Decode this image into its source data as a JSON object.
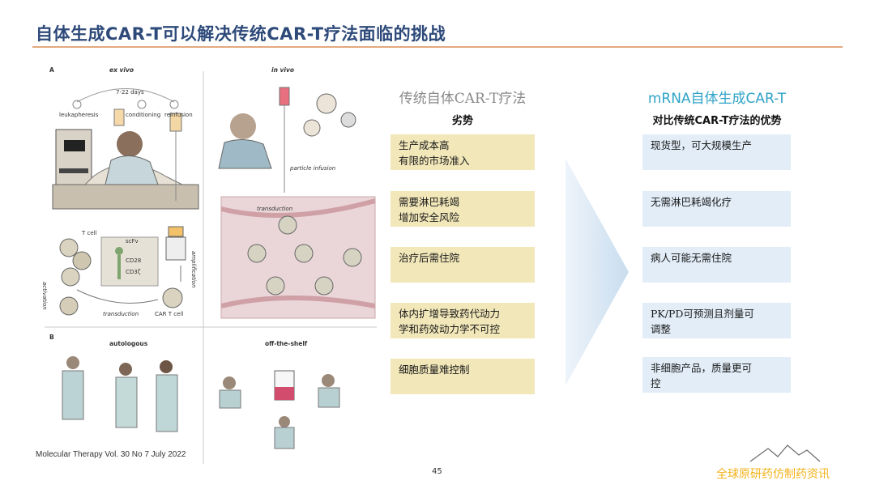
{
  "slide": {
    "title": "自体生成CAR-T可以解决传统CAR-T疗法面临的挑战",
    "page_number": "45",
    "citation": "Molecular Therapy Vol. 30 No 7 July 2022",
    "watermark": "全球原研药仿制药资讯"
  },
  "figure": {
    "panel_a": "A",
    "panel_b": "B",
    "ex_vivo": "ex vivo",
    "in_vivo": "in vivo",
    "days": "7-22 days",
    "step1": "leukapheresis",
    "step2": "conditioning",
    "step3": "reinfusion",
    "t_cell": "T cell",
    "scfv": "scFv",
    "cd28": "CD28",
    "cd3z": "CD3ζ",
    "activation": "activation",
    "amplification": "amplification",
    "transduction": "transduction",
    "car_t_cell": "CAR T cell",
    "particle_infusion": "particle infusion",
    "transduction_vivo": "transduction",
    "autologous": "autologous",
    "off_the_shelf": "off-the-shelf"
  },
  "left_column": {
    "header": "传统自体CAR-T疗法",
    "subheader": "劣势",
    "items": [
      [
        "生产成本高",
        "有限的市场准入"
      ],
      [
        "需要淋巴耗竭",
        "增加安全风险"
      ],
      [
        "治疗后需住院"
      ],
      [
        "体内扩增导致药代动力",
        "学和药效动力学不可控"
      ],
      [
        "细胞质量难控制"
      ]
    ]
  },
  "right_column": {
    "header": "mRNA自体生成CAR-T",
    "subheader": "对比传统CAR-T疗法的优势",
    "items": [
      [
        "现货型，可大规模生产"
      ],
      [
        "无需淋巴耗竭化疗"
      ],
      [
        "病人可能无需住院"
      ],
      [
        "PK/PD可预测且剂量可",
        "调整"
      ],
      [
        "非细胞产品，质量更可",
        "控"
      ]
    ]
  },
  "colors": {
    "title": "#2e4a7a",
    "title_rule": "#e3a87e",
    "left_header": "#8a8a8a",
    "right_header": "#2fa3c8",
    "left_box": "#f1e7b9",
    "right_box": "#e2edf8",
    "arrow": "#dbe9f5",
    "watermark": "#f2b21b"
  }
}
